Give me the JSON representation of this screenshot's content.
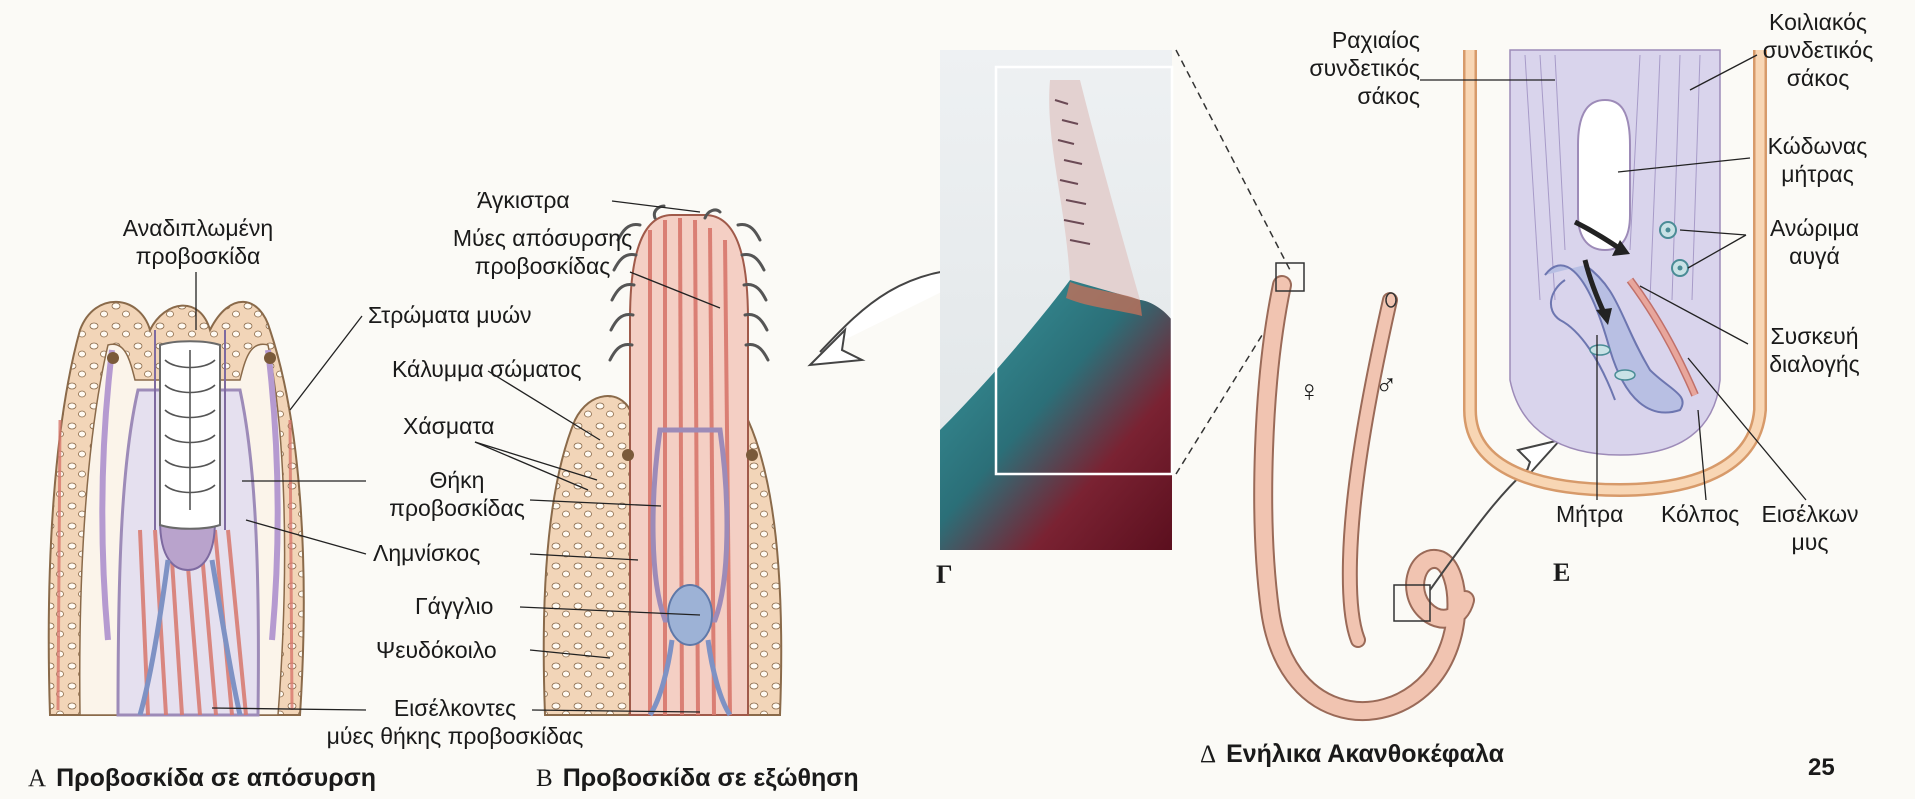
{
  "panel_a": {
    "labels": {
      "reflexed_proboscis_l1": "Αναδιπλωμένη",
      "reflexed_proboscis_l2": "προβοσκίδα",
      "muscle_layers": "Στρώματα μυών",
      "tegument": "Κάλυμμα σώματος",
      "lacunae": "Χάσματα",
      "sheath_l1": "Θήκη",
      "sheath_l2": "προβοσκίδας",
      "lemniscus": "Λημνίσκος",
      "ganglion": "Γάγγλιο",
      "pseudocoel": "Ψευδόκοιλο",
      "retractors_l1": "Εισέλκοντες",
      "retractors_l2": "μύες θήκης προβοσκίδας"
    },
    "caption_letter": "Α",
    "caption": "Προβοσκίδα σε απόσυρση"
  },
  "panel_b": {
    "labels": {
      "hooks": "Άγκιστρα",
      "retractor_l1": "Μύες απόσυρσης",
      "retractor_l2": "προβοσκίδας"
    },
    "caption_letter": "Β",
    "caption": "Προβοσκίδα σε εξώθηση"
  },
  "panel_g": {
    "letter": "Γ"
  },
  "panel_d": {
    "female_symbol": "♀",
    "male_symbol": "♂",
    "caption_letter": "Δ",
    "caption": "Ενήλικα Ακανθοκέφαλα"
  },
  "panel_e": {
    "letter": "Ε",
    "labels": {
      "dorsal_sac_l1": "Ραχιαίος",
      "dorsal_sac_l2": "συνδετικός",
      "dorsal_sac_l3": "σάκος",
      "ventral_sac_l1": "Κοιλιακός",
      "ventral_sac_l2": "συνδετικός",
      "ventral_sac_l3": "σάκος",
      "bell_l1": "Κώδωνας",
      "bell_l2": "μήτρας",
      "eggs_l1": "Ανώριμα",
      "eggs_l2": "αυγά",
      "selector_l1": "Συσκευή",
      "selector_l2": "διαλογής",
      "uterus": "Μήτρα",
      "vagina": "Κόλπος",
      "retractor_l1": "Εισέλκων",
      "retractor_l2": "μυς"
    }
  },
  "page_number": "25",
  "colors": {
    "tegument": "#f0d2b4",
    "muscle": "#e08f86",
    "sheath": "#b9a3cc",
    "nerve": "#8ca7cc",
    "body_wall": "#f3c090",
    "interior": "#d7d3ea",
    "photo_teal": "#2e8c92",
    "photo_red": "#7a1a2a"
  }
}
